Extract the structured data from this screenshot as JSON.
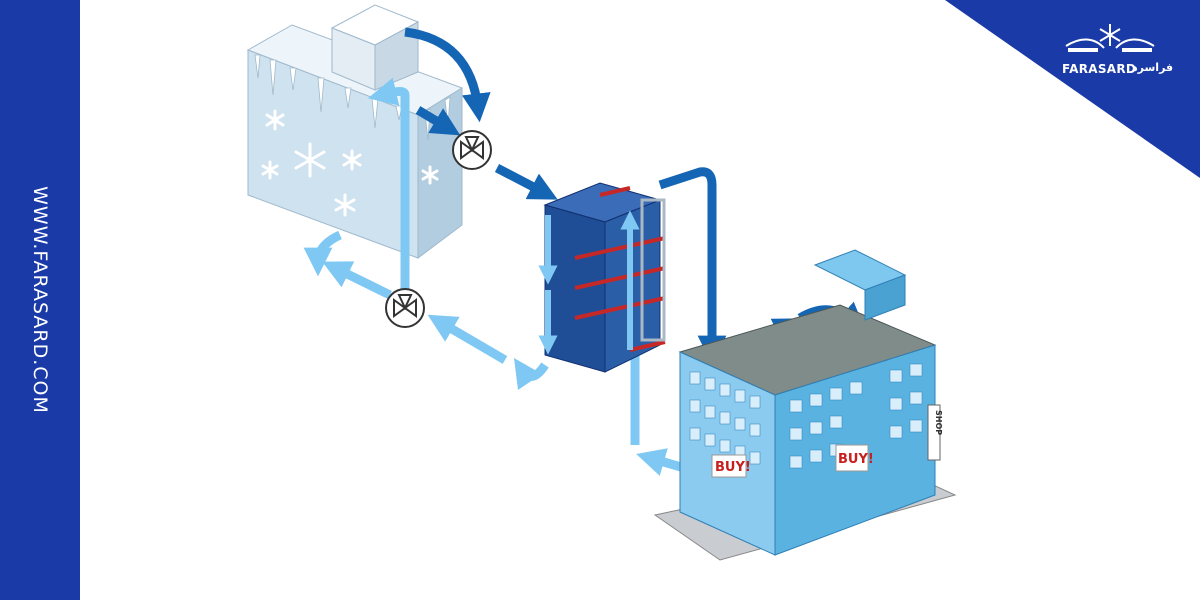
{
  "website": "WWW.FARASARD.COM",
  "brand": {
    "latin": "FARASARD",
    "local": "فراسرد"
  },
  "diagram": {
    "building_signs": [
      "BUY!",
      "BUY!"
    ],
    "shop_sign": "SHOP"
  },
  "colors": {
    "brand_blue": "#1a3aa8",
    "dark_flow": "#1565b5",
    "light_flow": "#7fc8f4",
    "exchanger": "#1f4d96",
    "ice": "#dce9f3",
    "building": "#5ab2e0"
  },
  "icons": [
    "snowflake-logo-icon",
    "valve-icon",
    "snowflake-icon"
  ]
}
